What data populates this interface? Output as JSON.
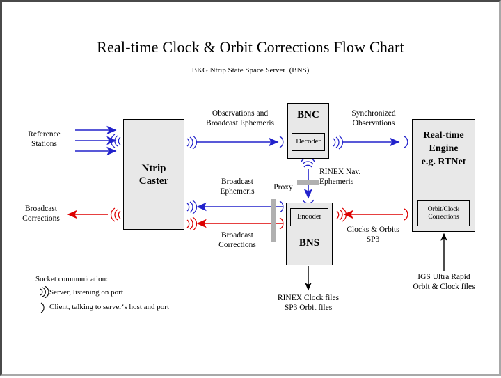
{
  "page": {
    "title": "Real-time Clock & Orbit Corrections Flow Chart",
    "subtitle": "BKG Ntrip State Space Server  (BNS)",
    "border_color": "#4a4a4a",
    "background": "#ffffff"
  },
  "colors": {
    "blue": "#2222cc",
    "red": "#dd0000",
    "black": "#000000",
    "box_fill": "#e8e8e8",
    "proxy_gray": "#b0b0b0"
  },
  "boxes": {
    "ntrip_caster": {
      "label": "Ntrip\nCaster"
    },
    "bnc": {
      "label": "BNC",
      "inner": "Decoder"
    },
    "bns": {
      "label": "BNS",
      "inner": "Encoder"
    },
    "rt_engine": {
      "label": "Real-time\nEngine\ne.g. RTNet",
      "inner": "Orbit/Clock\nCorrections"
    }
  },
  "labels": {
    "reference_stations": "Reference\nStations",
    "broadcast_corrections_left": "Broadcast\nCorrections",
    "observations_and_ephemeris": "Observations and\nBroadcast Ephemeris",
    "synchronized_observations": "Synchronized\nObservations",
    "broadcast_ephemeris": "Broadcast\nEphemeris",
    "broadcast_corrections_mid": "Broadcast\nCorrections",
    "proxy": "Proxy",
    "rinex_nav_ephemeris": "RINEX Nav.\nEphemeris",
    "clocks_and_orbits_sp3": "Clocks & Orbits\nSP3",
    "rinex_clock_files": "RINEX Clock files\nSP3 Orbit files",
    "igs_ultra_rapid": "IGS Ultra Rapid\nOrbit & Clock files"
  },
  "legend": {
    "title": "Socket communication:",
    "server": "Server, listening on port",
    "client": "Client, talking to server‘s host and port",
    "server_icon": "socket-server-icon",
    "client_icon": "socket-client-icon"
  }
}
